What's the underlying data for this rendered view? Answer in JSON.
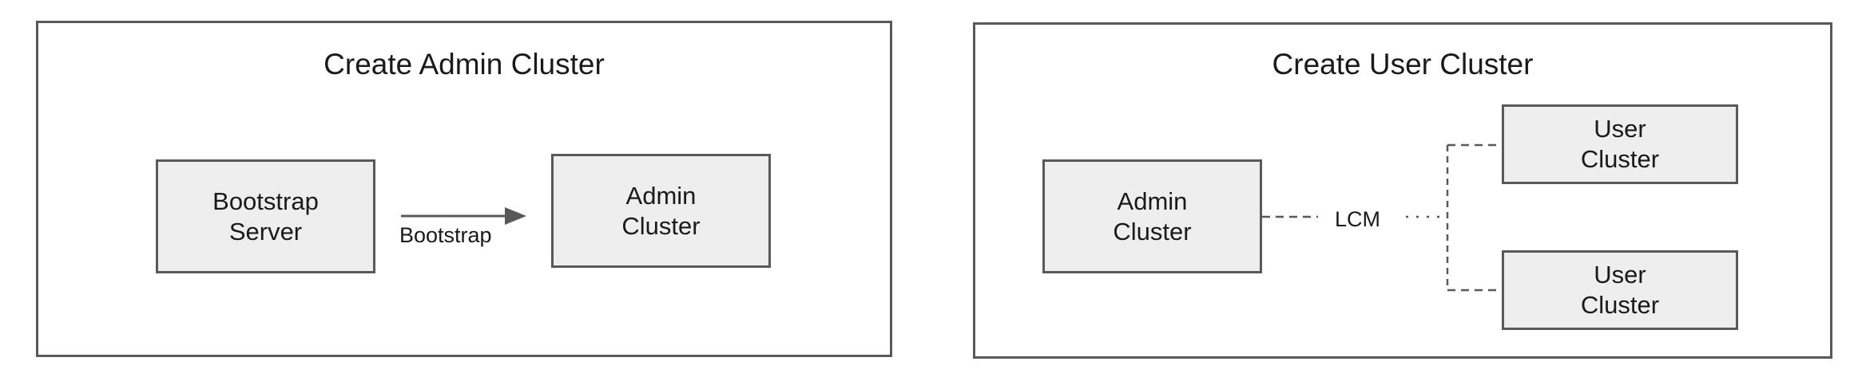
{
  "panels": {
    "admin": {
      "title": "Create Admin Cluster",
      "bootstrap_server": "Bootstrap\nServer",
      "arrow_label": "Bootstrap",
      "admin_cluster": "Admin\nCluster"
    },
    "user": {
      "title": "Create User Cluster",
      "admin_cluster": "Admin\nCluster",
      "link_label": "LCM",
      "user_clusters": [
        "User\nCluster",
        "User\nCluster"
      ]
    }
  },
  "colors": {
    "border": "#595959",
    "node_fill": "#eeeeee",
    "text": "#1a1a1a"
  }
}
